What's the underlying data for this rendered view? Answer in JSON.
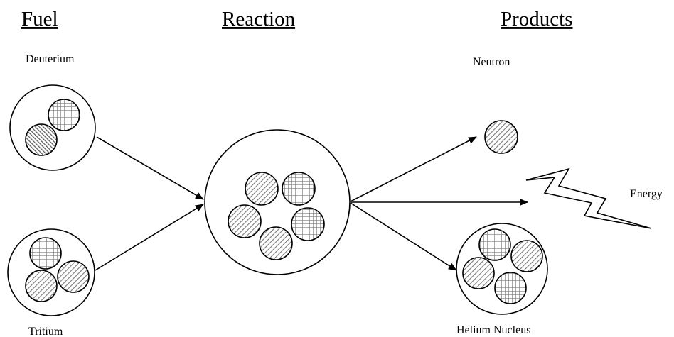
{
  "headings": {
    "fuel": "Fuel",
    "reaction": "Reaction",
    "products": "Products"
  },
  "labels": {
    "deuterium": "Deuterium",
    "tritium": "Tritium",
    "neutron": "Neutron",
    "energy": "Energy",
    "helium_nucleus": "Helium Nucleus"
  },
  "colors": {
    "ink": "#000000",
    "particle_fill": "#ffffff",
    "hatch": "#7a7a7a"
  }
}
